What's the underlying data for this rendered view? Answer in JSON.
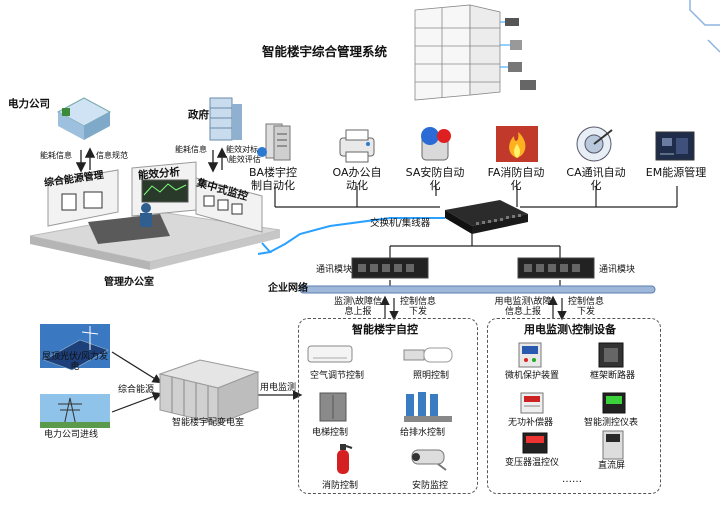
{
  "title": "智能楼宇综合管理系统",
  "systems": [
    {
      "label": "BA楼宇控制自动化",
      "icon": "server-icon"
    },
    {
      "label": "OA办公自动化",
      "icon": "printer-icon"
    },
    {
      "label": "SA安防自动化",
      "icon": "alarm-siren-icon"
    },
    {
      "label": "FA消防自动化",
      "icon": "fire-icon"
    },
    {
      "label": "CA通讯自动化",
      "icon": "satellite-dish-icon"
    },
    {
      "label": "EM能源管理",
      "icon": "circuit-board-icon"
    }
  ],
  "switch_label": "交换机/集线器",
  "comm_module_label": "通讯模块",
  "enterprise_network": "企业网络",
  "power_company": "电力公司",
  "government": "政府",
  "left_flows": {
    "energy_info": "能耗信息",
    "info_spec": "信息规范",
    "gov_energy_info": "能耗信息",
    "gov_eval": "能效对标\\能效评估"
  },
  "office": {
    "caption": "管理办公室",
    "energy_mgmt": "综合能源管理",
    "efficiency": "能效分析",
    "central_monitor": "集中式监控"
  },
  "flows": {
    "left_up": "监测\\故障信息上报",
    "left_down": "控制信息下发",
    "right_up": "用电监测\\故障信息上报",
    "right_down": "控制信息下发",
    "power_monitor": "用电监测",
    "integrated_energy": "综合能源"
  },
  "box_left": {
    "title": "智能楼宇自控",
    "items": [
      "空气调节控制",
      "照明控制",
      "电梯控制",
      "给排水控制",
      "消防控制",
      "安防监控"
    ]
  },
  "box_right": {
    "title": "用电监测\\控制设备",
    "items": [
      "微机保护装置",
      "框架断路器",
      "无功补偿器",
      "智能测控仪表",
      "变压器温控仪",
      "直流屏"
    ],
    "more": "……"
  },
  "sources": {
    "solar": "屋顶光伏/风力发电",
    "grid": "电力公司进线",
    "substation": "智能楼宇配变电室"
  },
  "colors": {
    "network_bar": "#9fb7d8",
    "cable": "#2aa0ff",
    "dashed": "#555555"
  }
}
